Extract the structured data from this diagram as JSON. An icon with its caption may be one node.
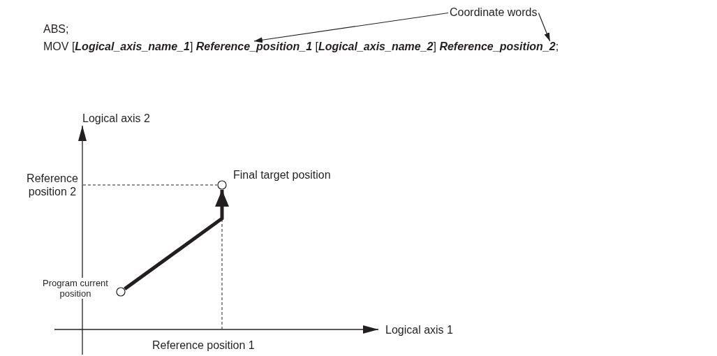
{
  "diagram": {
    "nodes": [
      {
        "text": [
          "Coordinate words"
        ]
      },
      {
        "text": [
          "MOV [**Logical_axis_name_1**] **Reference_position_1** [**Logical_axis_name_2**] **Reference_position_2**;"
        ]
      },
      {
        "text": [],
        "shape": "circle",
        "beside": [
          "Program current position"
        ]
      },
      {
        "text": [],
        "shape": "circle",
        "beside": [
          "Final target position"
        ]
      }
    ],
    "edges": [
      {
        "from": 0,
        "to": 1,
        "arrow": "to"
      },
      {
        "from": 0,
        "to": 1,
        "arrow": "to"
      },
      {
        "from": 2,
        "to": 3,
        "arrow": "to",
        "style": "thick"
      }
    ],
    "labels": [
      "ABS;",
      "Logical axis 2",
      "Reference position 2",
      "Logical axis 1",
      "Reference position 1"
    ]
  }
}
